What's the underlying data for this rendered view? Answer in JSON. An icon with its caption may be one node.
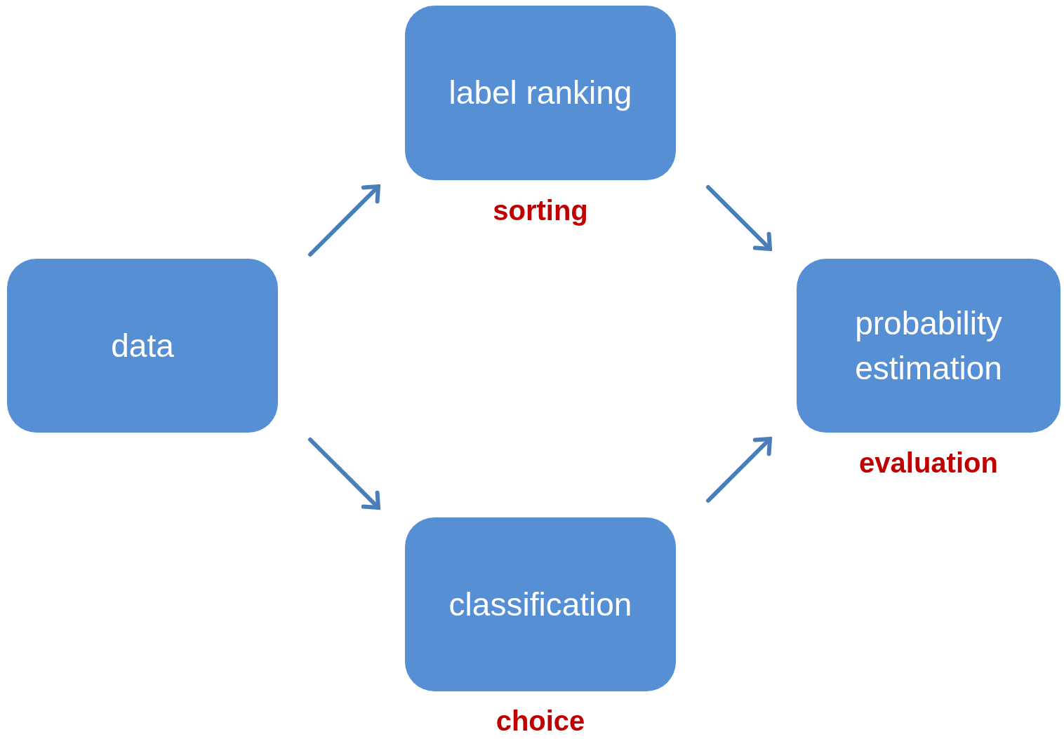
{
  "diagram": {
    "nodes": [
      {
        "text": [
          "data"
        ]
      },
      {
        "text": [
          "label ranking"
        ],
        "beside": [
          "sorting"
        ]
      },
      {
        "text": [
          "probability estimation"
        ],
        "beside": [
          "evaluation"
        ]
      },
      {
        "text": [
          "classification"
        ],
        "beside": [
          "choice"
        ]
      }
    ],
    "edges": [
      {
        "from": 0,
        "to": 1,
        "arrow": "to"
      },
      {
        "from": 1,
        "to": 2,
        "arrow": "to"
      },
      {
        "from": 0,
        "to": 3,
        "arrow": "to"
      },
      {
        "from": 3,
        "to": 2,
        "arrow": "to"
      }
    ]
  }
}
